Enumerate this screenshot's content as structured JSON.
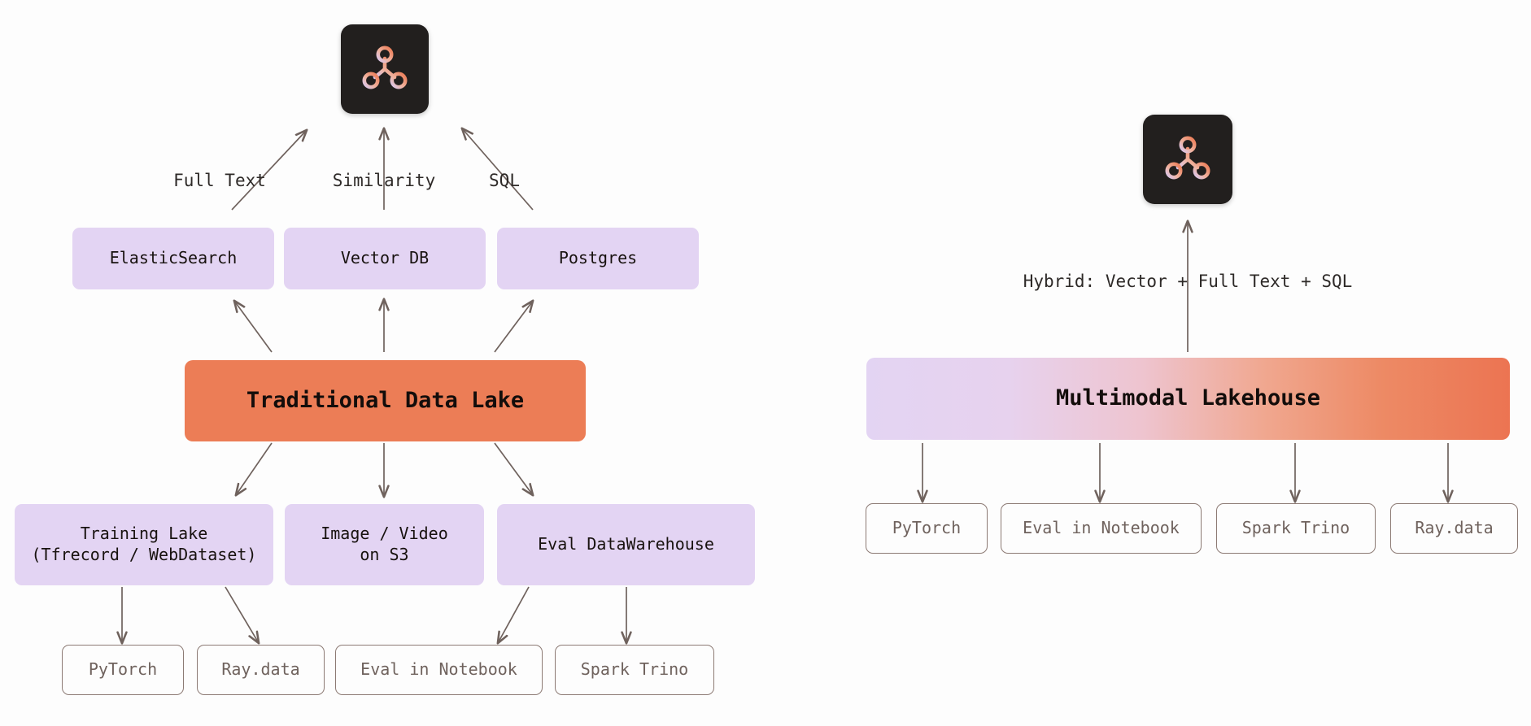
{
  "diagram": {
    "title": "Traditional Data Lake vs Multimodal Lakehouse",
    "colors": {
      "background": "#fdfdfd",
      "purple_box": "#e3d4f3",
      "orange_box": "#ec7d56",
      "gradient_start": "#e3d4f3",
      "gradient_end": "#ec7452",
      "outline_border": "#8c7a74",
      "outline_text": "#6f625d",
      "arrow": "#6f625d",
      "logo_tile": "#221f1e",
      "text": "#2e2a28"
    }
  },
  "left": {
    "logo": {
      "name": "lakehouse-logo",
      "alt": "three-node graph logo"
    },
    "query_labels": [
      {
        "text": "Full Text"
      },
      {
        "text": "Similarity"
      },
      {
        "text": "SQL"
      }
    ],
    "engines": [
      {
        "label": "ElasticSearch"
      },
      {
        "label": "Vector DB"
      },
      {
        "label": "Postgres"
      }
    ],
    "core": {
      "label": "Traditional Data Lake"
    },
    "stores": [
      {
        "line1": "Training Lake",
        "line2": "(Tfrecord / WebDataset)"
      },
      {
        "line1": "Image / Video",
        "line2": "on S3"
      },
      {
        "line1": "Eval DataWarehouse",
        "line2": ""
      }
    ],
    "consumers": [
      {
        "label": "PyTorch"
      },
      {
        "label": "Ray.data"
      },
      {
        "label": "Eval in Notebook"
      },
      {
        "label": "Spark Trino"
      }
    ]
  },
  "right": {
    "logo": {
      "name": "lakehouse-logo",
      "alt": "three-node graph logo"
    },
    "query_label": {
      "text": "Hybrid: Vector + Full Text + SQL"
    },
    "core": {
      "label": "Multimodal Lakehouse"
    },
    "consumers": [
      {
        "label": "PyTorch"
      },
      {
        "label": "Eval in Notebook"
      },
      {
        "label": "Spark Trino"
      },
      {
        "label": "Ray.data"
      }
    ]
  }
}
